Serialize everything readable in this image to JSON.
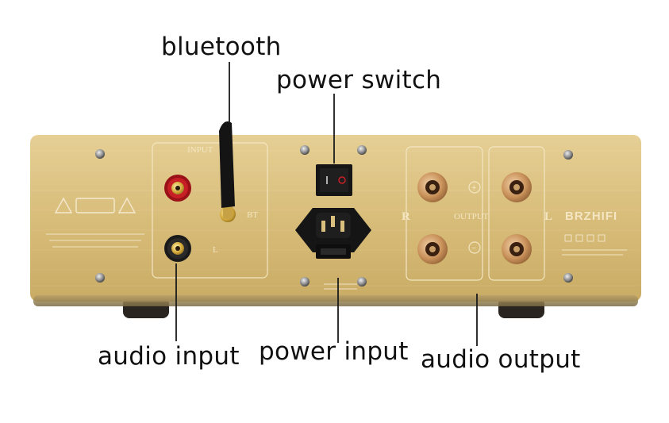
{
  "callouts": {
    "bluetooth": "bluetooth",
    "power_switch": "power switch",
    "audio_input": "audio input",
    "power_input": "power input",
    "audio_output": "audio output"
  },
  "panel": {
    "input_label": "INPUT",
    "bt_label": "BT",
    "l_label": "L",
    "r_label": "R",
    "output_label": "OUTPUT",
    "right_channel_marker": "R",
    "left_channel_marker": "L",
    "plus_mark": "+",
    "minus_mark": "−",
    "brand_logo": "BRZHIFI"
  },
  "colors": {
    "panel_gold": "#d9c07e",
    "line": "#1a1a1a",
    "red_rca": "#c81f26",
    "copper": "#c9915a"
  }
}
